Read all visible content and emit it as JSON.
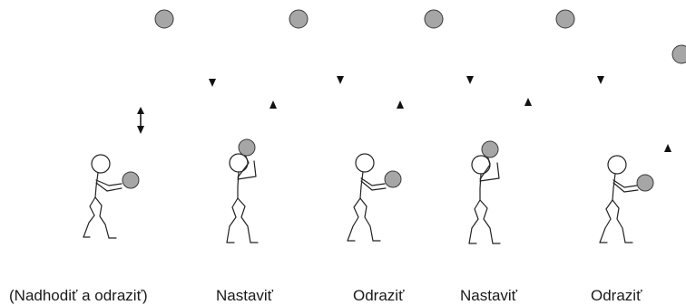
{
  "colors": {
    "ball": "#a6a6a6",
    "ball_stroke": "#3a3a3a",
    "figure": "#222222",
    "arrow": "#111111",
    "caption": "#1a1a1a"
  },
  "captions": [
    "(Nadhodiť a odraziť)",
    "Nastaviť",
    "Odraziť",
    "Nastaviť",
    "Odraziť"
  ],
  "stages": [
    {
      "action": "toss-and-bump",
      "arrow": "double",
      "pose": "bump"
    },
    {
      "action": "set",
      "arrow": "up",
      "pose": "set"
    },
    {
      "action": "bump",
      "arrow": "up",
      "pose": "bump"
    },
    {
      "action": "set",
      "arrow": "up",
      "pose": "set"
    },
    {
      "action": "bump",
      "arrow": "up",
      "pose": "bump"
    }
  ],
  "icons": {
    "ball": "ball-icon",
    "arrow_up": "arrow-up-icon",
    "arrow_down": "arrow-down-icon",
    "arrow_double": "arrow-updown-icon",
    "figure": "stick-figure-icon"
  }
}
